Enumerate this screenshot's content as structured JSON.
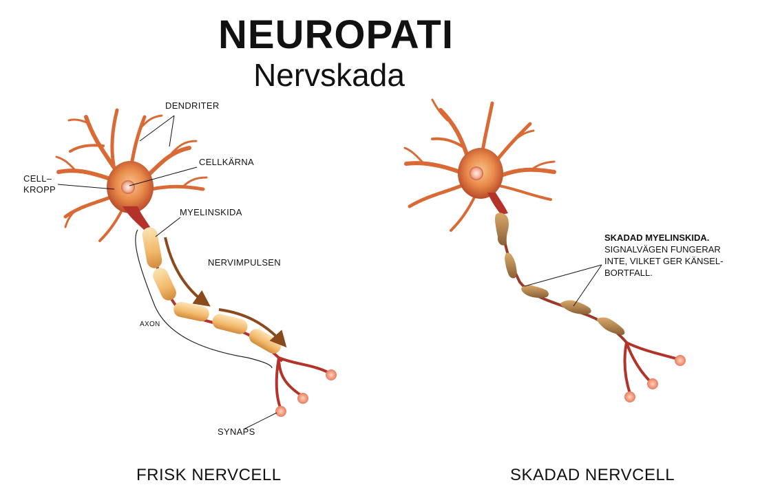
{
  "header": {
    "title": "NEUROPATI",
    "subtitle": "Nervskada"
  },
  "healthy": {
    "labels": {
      "dendrites": "DENDRITER",
      "nucleus": "CELLKÄRNA",
      "cell_body_line1": "CELL–",
      "cell_body_line2": "KROPP",
      "myelin": "MYELINSKIDA",
      "impulse": "NERVIMPULSEN",
      "axon": "AXON",
      "synapse": "SYNAPS"
    },
    "caption": "FRISK NERVCELL"
  },
  "damaged": {
    "note_title": "SKADAD MYELINSKIDA.",
    "note_line1": "SIGNALVÄGEN FUNGERAR",
    "note_line2": "INTE, VILKET GER KÄNSEL-",
    "note_line3": "BORTFALL.",
    "caption": "SKADAD NERVCELL"
  },
  "colors": {
    "neuron_body": "#e8894a",
    "neuron_dark": "#b3332a",
    "myelin": "#f4c98a",
    "damaged_myelin": "#b98a55",
    "impulse_arrow": "#8a4a1c"
  }
}
